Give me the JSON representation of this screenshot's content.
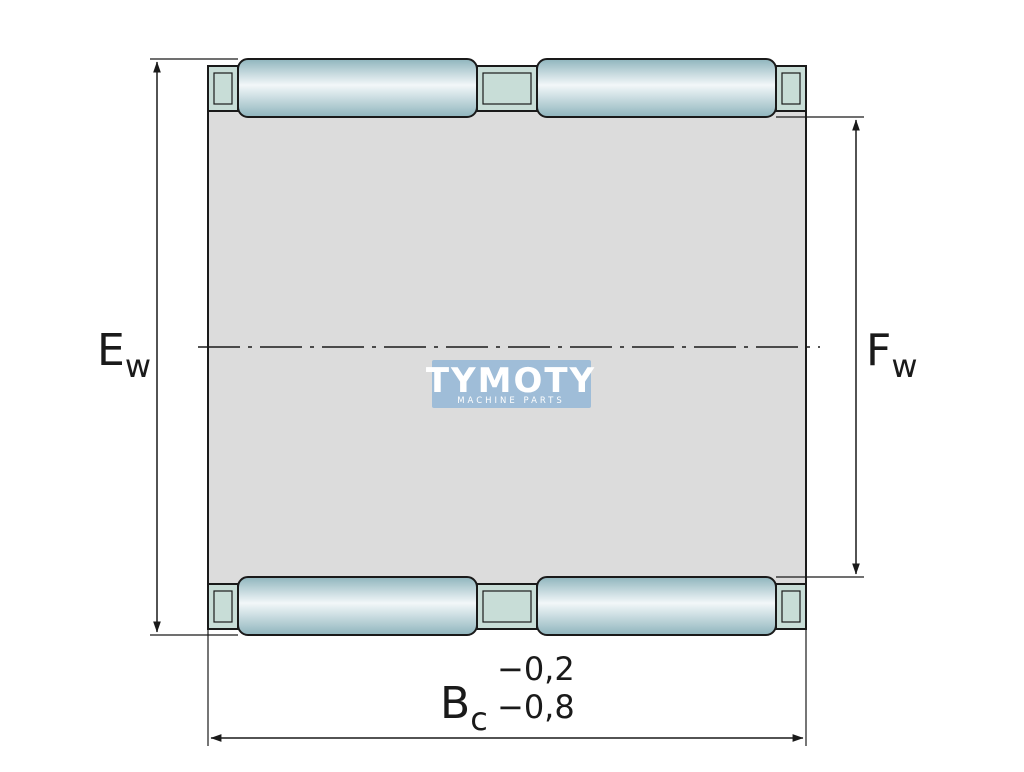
{
  "diagram": {
    "labels": {
      "ew_main": "E",
      "ew_sub": "w",
      "fw_main": "F",
      "fw_sub": "w",
      "bc_main": "B",
      "bc_sub": "c",
      "bc_tol_upper": "−0,2",
      "bc_tol_lower": "−0,8"
    },
    "watermark": {
      "brand": "TYMOTY",
      "tagline": "MACHINE PARTS"
    },
    "colors": {
      "body_fill": "#dcdcdc",
      "roller_mid": "#f2f7f9",
      "roller_edge": "#8fb5bd",
      "cage_fill": "#c8ddd7",
      "outline": "#1a1a1a",
      "watermark_bg": "#9fbdd8"
    }
  }
}
